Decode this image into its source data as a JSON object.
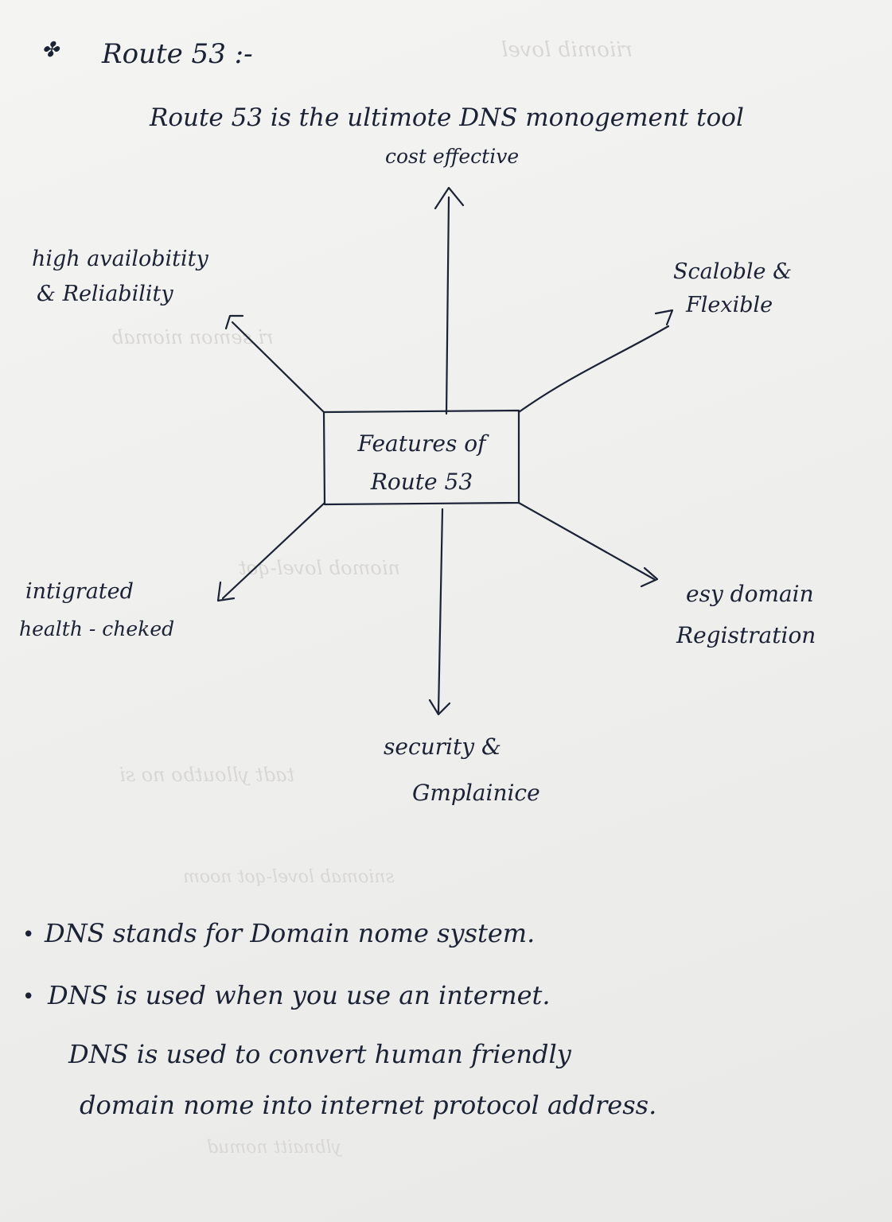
{
  "heading": {
    "bullet_symbol": "✤",
    "text": "Route 53 :-"
  },
  "intro": "Route 53 is the ultimote DNS monogement tool",
  "diagram": {
    "center": {
      "line1": "Features of",
      "line2": "Route 53"
    },
    "features": {
      "top": "cost effective",
      "top_left_1": "high availobitity",
      "top_left_2": "& Reliability",
      "top_right_1": "Scaloble &",
      "top_right_2": "Flexible",
      "bottom_left_1": "intigrated",
      "bottom_left_2": "health - cheked",
      "bottom_right_1": "esy domain",
      "bottom_right_2": "Registration",
      "bottom_1": "security &",
      "bottom_2": "Gmplainice"
    }
  },
  "notes": {
    "bullet": "•",
    "line1": "DNS stands for Domain nome system.",
    "line2": "DNS is used when you use an internet.",
    "line3": "DNS is used to convert human friendly",
    "line4": "domain nome into internet protocol address."
  },
  "colors": {
    "ink": "#1c2235",
    "paper": "#f1f1ef",
    "bleed_through": "#d9d7d4"
  }
}
